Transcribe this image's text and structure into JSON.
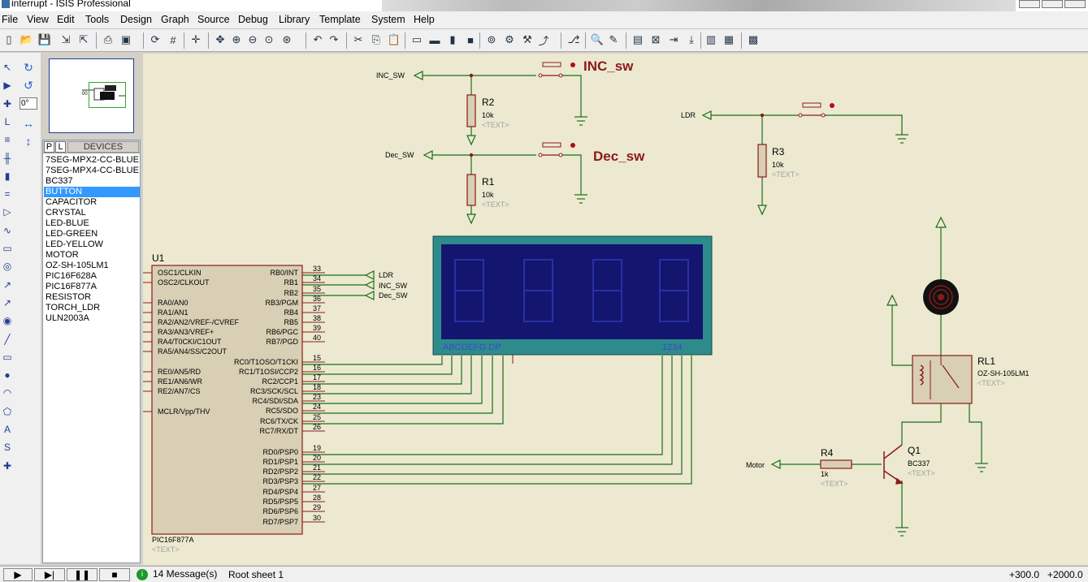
{
  "window": {
    "title": "interrupt - ISIS Professional"
  },
  "menu": [
    "File",
    "View",
    "Edit",
    "Tools",
    "Design",
    "Graph",
    "Source",
    "Debug",
    "Library",
    "Template",
    "System",
    "Help"
  ],
  "toolbar_icons": [
    "new-icon",
    "open-icon",
    "save-icon",
    "import-icon",
    "export-icon",
    "print-icon",
    "print-area-icon",
    "redraw-icon",
    "grid-icon",
    "origin-icon",
    "pan-icon",
    "zoom-in-icon",
    "zoom-out-icon",
    "zoom-all-icon",
    "zoom-area-icon",
    "undo-icon",
    "redo-icon",
    "cut-icon",
    "copy-icon",
    "paste-icon",
    "block-copy-icon",
    "block-move-icon",
    "block-rotate-icon",
    "block-delete-icon",
    "pick-device-icon",
    "make-device-icon",
    "package-icon",
    "decompose-icon",
    "wire-autorouter-icon",
    "search-tag-icon",
    "property-assign-icon",
    "new-sheet-icon",
    "remove-sheet-icon",
    "goto-sheet-icon",
    "zoom-child-icon",
    "bom-icon",
    "erc-icon",
    "netlist-icon"
  ],
  "left_tools": [
    "select-icon",
    "component-icon",
    "junction-icon",
    "wire-label-icon",
    "text-script-icon",
    "bus-icon",
    "subcircuit-icon",
    "terminal-icon",
    "pin-icon",
    "graph-icon",
    "tape-icon",
    "generator-icon",
    "voltage-probe-icon",
    "current-probe-icon",
    "virtual-instrument-icon",
    "line-icon",
    "box-icon",
    "circle-icon",
    "arc-icon",
    "path-icon",
    "text-icon",
    "symbol-icon",
    "marker-icon"
  ],
  "rotation": {
    "angle": "0°"
  },
  "panel": {
    "p_btn": "P",
    "l_btn": "L",
    "header": "DEVICES",
    "devices": [
      "7SEG-MPX2-CC-BLUE",
      "7SEG-MPX4-CC-BLUE",
      "BC337",
      "BUTTON",
      "CAPACITOR",
      "CRYSTAL",
      "LED-BLUE",
      "LED-GREEN",
      "LED-YELLOW",
      "MOTOR",
      "OZ-SH-105LM1",
      "PIC16F628A",
      "PIC16F877A",
      "RESISTOR",
      "TORCH_LDR",
      "ULN2003A"
    ],
    "selected_index": 3
  },
  "schematic": {
    "u1": {
      "ref": "U1",
      "part": "PIC16F877A",
      "text": "<TEXT>",
      "left_pins": [
        "OSC1/CLKIN",
        "OSC2/CLKOUT",
        "RA0/AN0",
        "RA1/AN1",
        "RA2/AN2/VREF-/CVREF",
        "RA3/AN3/VREF+",
        "RA4/T0CKI/C1OUT",
        "RA5/AN4/SS/C2OUT",
        "RE0/AN5/RD",
        "RE1/AN6/WR",
        "RE2/AN7/CS",
        "MCLR/Vpp/THV"
      ],
      "right_pins": [
        {
          "name": "RB0/INT",
          "num": "33"
        },
        {
          "name": "RB1",
          "num": "34"
        },
        {
          "name": "RB2",
          "num": "35"
        },
        {
          "name": "RB3/PGM",
          "num": "36"
        },
        {
          "name": "RB4",
          "num": "37"
        },
        {
          "name": "RB5",
          "num": "38"
        },
        {
          "name": "RB6/PGC",
          "num": "39"
        },
        {
          "name": "RB7/PGD",
          "num": "40"
        },
        {
          "name": "RC0/T1OSO/T1CKI",
          "num": "15"
        },
        {
          "name": "RC1/T1OSI/CCP2",
          "num": "16"
        },
        {
          "name": "RC2/CCP1",
          "num": "17"
        },
        {
          "name": "RC3/SCK/SCL",
          "num": "18"
        },
        {
          "name": "RC4/SDI/SDA",
          "num": "23"
        },
        {
          "name": "RC5/SDO",
          "num": "24"
        },
        {
          "name": "RC6/TX/CK",
          "num": "25"
        },
        {
          "name": "RC7/RX/DT",
          "num": "26"
        },
        {
          "name": "RD0/PSP0",
          "num": "19"
        },
        {
          "name": "RD1/PSP1",
          "num": "20"
        },
        {
          "name": "RD2/PSP2",
          "num": "21"
        },
        {
          "name": "RD3/PSP3",
          "num": "22"
        },
        {
          "name": "RD4/PSP4",
          "num": "27"
        },
        {
          "name": "RD5/PSP5",
          "num": "28"
        },
        {
          "name": "RD6/PSP6",
          "num": "29"
        },
        {
          "name": "RD7/PSP7",
          "num": "30"
        }
      ]
    },
    "u1_net_labels": [
      "LDR",
      "INC_SW",
      "Dec_SW"
    ],
    "display": {
      "segments_label": "ABCDEFG  DP",
      "digits_label": "1234"
    },
    "inc_label": "INC_SW",
    "inc_title": "INC_sw",
    "dec_label": "Dec_SW",
    "dec_title": "Dec_sw",
    "ldr_label": "LDR",
    "motor_label": "Motor",
    "r1": {
      "ref": "R1",
      "val": "10k",
      "text": "<TEXT>"
    },
    "r2": {
      "ref": "R2",
      "val": "10k",
      "text": "<TEXT>"
    },
    "r3": {
      "ref": "R3",
      "val": "10k",
      "text": "<TEXT>"
    },
    "r4": {
      "ref": "R4",
      "val": "1k",
      "text": "<TEXT>"
    },
    "q1": {
      "ref": "Q1",
      "val": "BC337",
      "text": "<TEXT>"
    },
    "rl1": {
      "ref": "RL1",
      "val": "OZ-SH-105LM1",
      "text": "<TEXT>"
    }
  },
  "status": {
    "messages": "14 Message(s)",
    "sheet": "Root sheet 1",
    "coord_x": "+300.0",
    "coord_y": "+2000.0"
  },
  "colors": {
    "canvas": "#ece9d0",
    "wire": "#1a6e1a",
    "component": "#8b1a1a",
    "chip_fill": "#d8cfb4",
    "lcd_frame": "#2e8b8b",
    "lcd_panel": "#14156e",
    "text_dim": "#a0a0a0"
  }
}
